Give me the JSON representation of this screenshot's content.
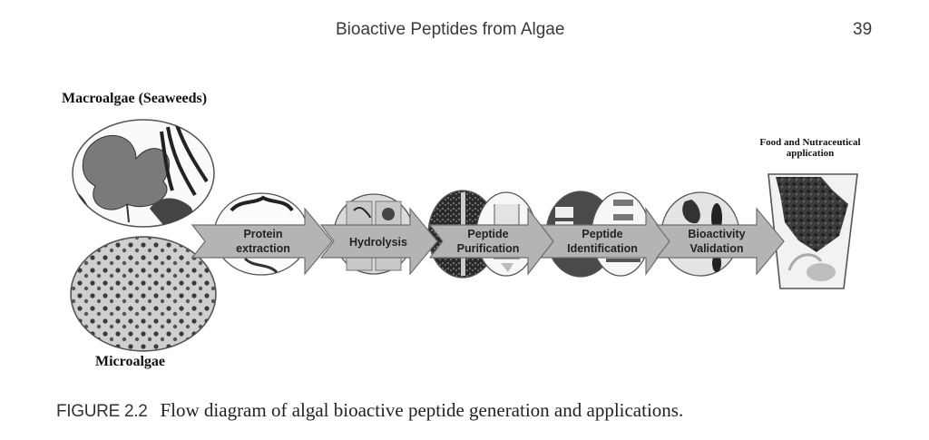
{
  "header": {
    "running_title": "Bioactive Peptides from Algae",
    "page_number": "39"
  },
  "figure": {
    "sources": {
      "macroalgae_label": "Macroalgae (Seaweeds)",
      "microalgae_label": "Microalgae"
    },
    "steps": [
      {
        "line1": "Protein",
        "line2": "extraction"
      },
      {
        "line1": "Hydrolysis",
        "line2": ""
      },
      {
        "line1": "Peptide",
        "line2": "Purification"
      },
      {
        "line1": "Peptide",
        "line2": "Identification"
      },
      {
        "line1": "Bioactivity",
        "line2": "Validation"
      }
    ],
    "output": {
      "line1": "Food and Nutraceutical",
      "line2": "application"
    },
    "colors": {
      "arrow_fill": "#b4b4b4",
      "arrow_stroke": "#6e6e6e",
      "ellipse_stroke": "#555555"
    }
  },
  "caption": {
    "number": "FIGURE 2.2",
    "text": "Flow diagram of algal bioactive peptide generation and applications."
  }
}
